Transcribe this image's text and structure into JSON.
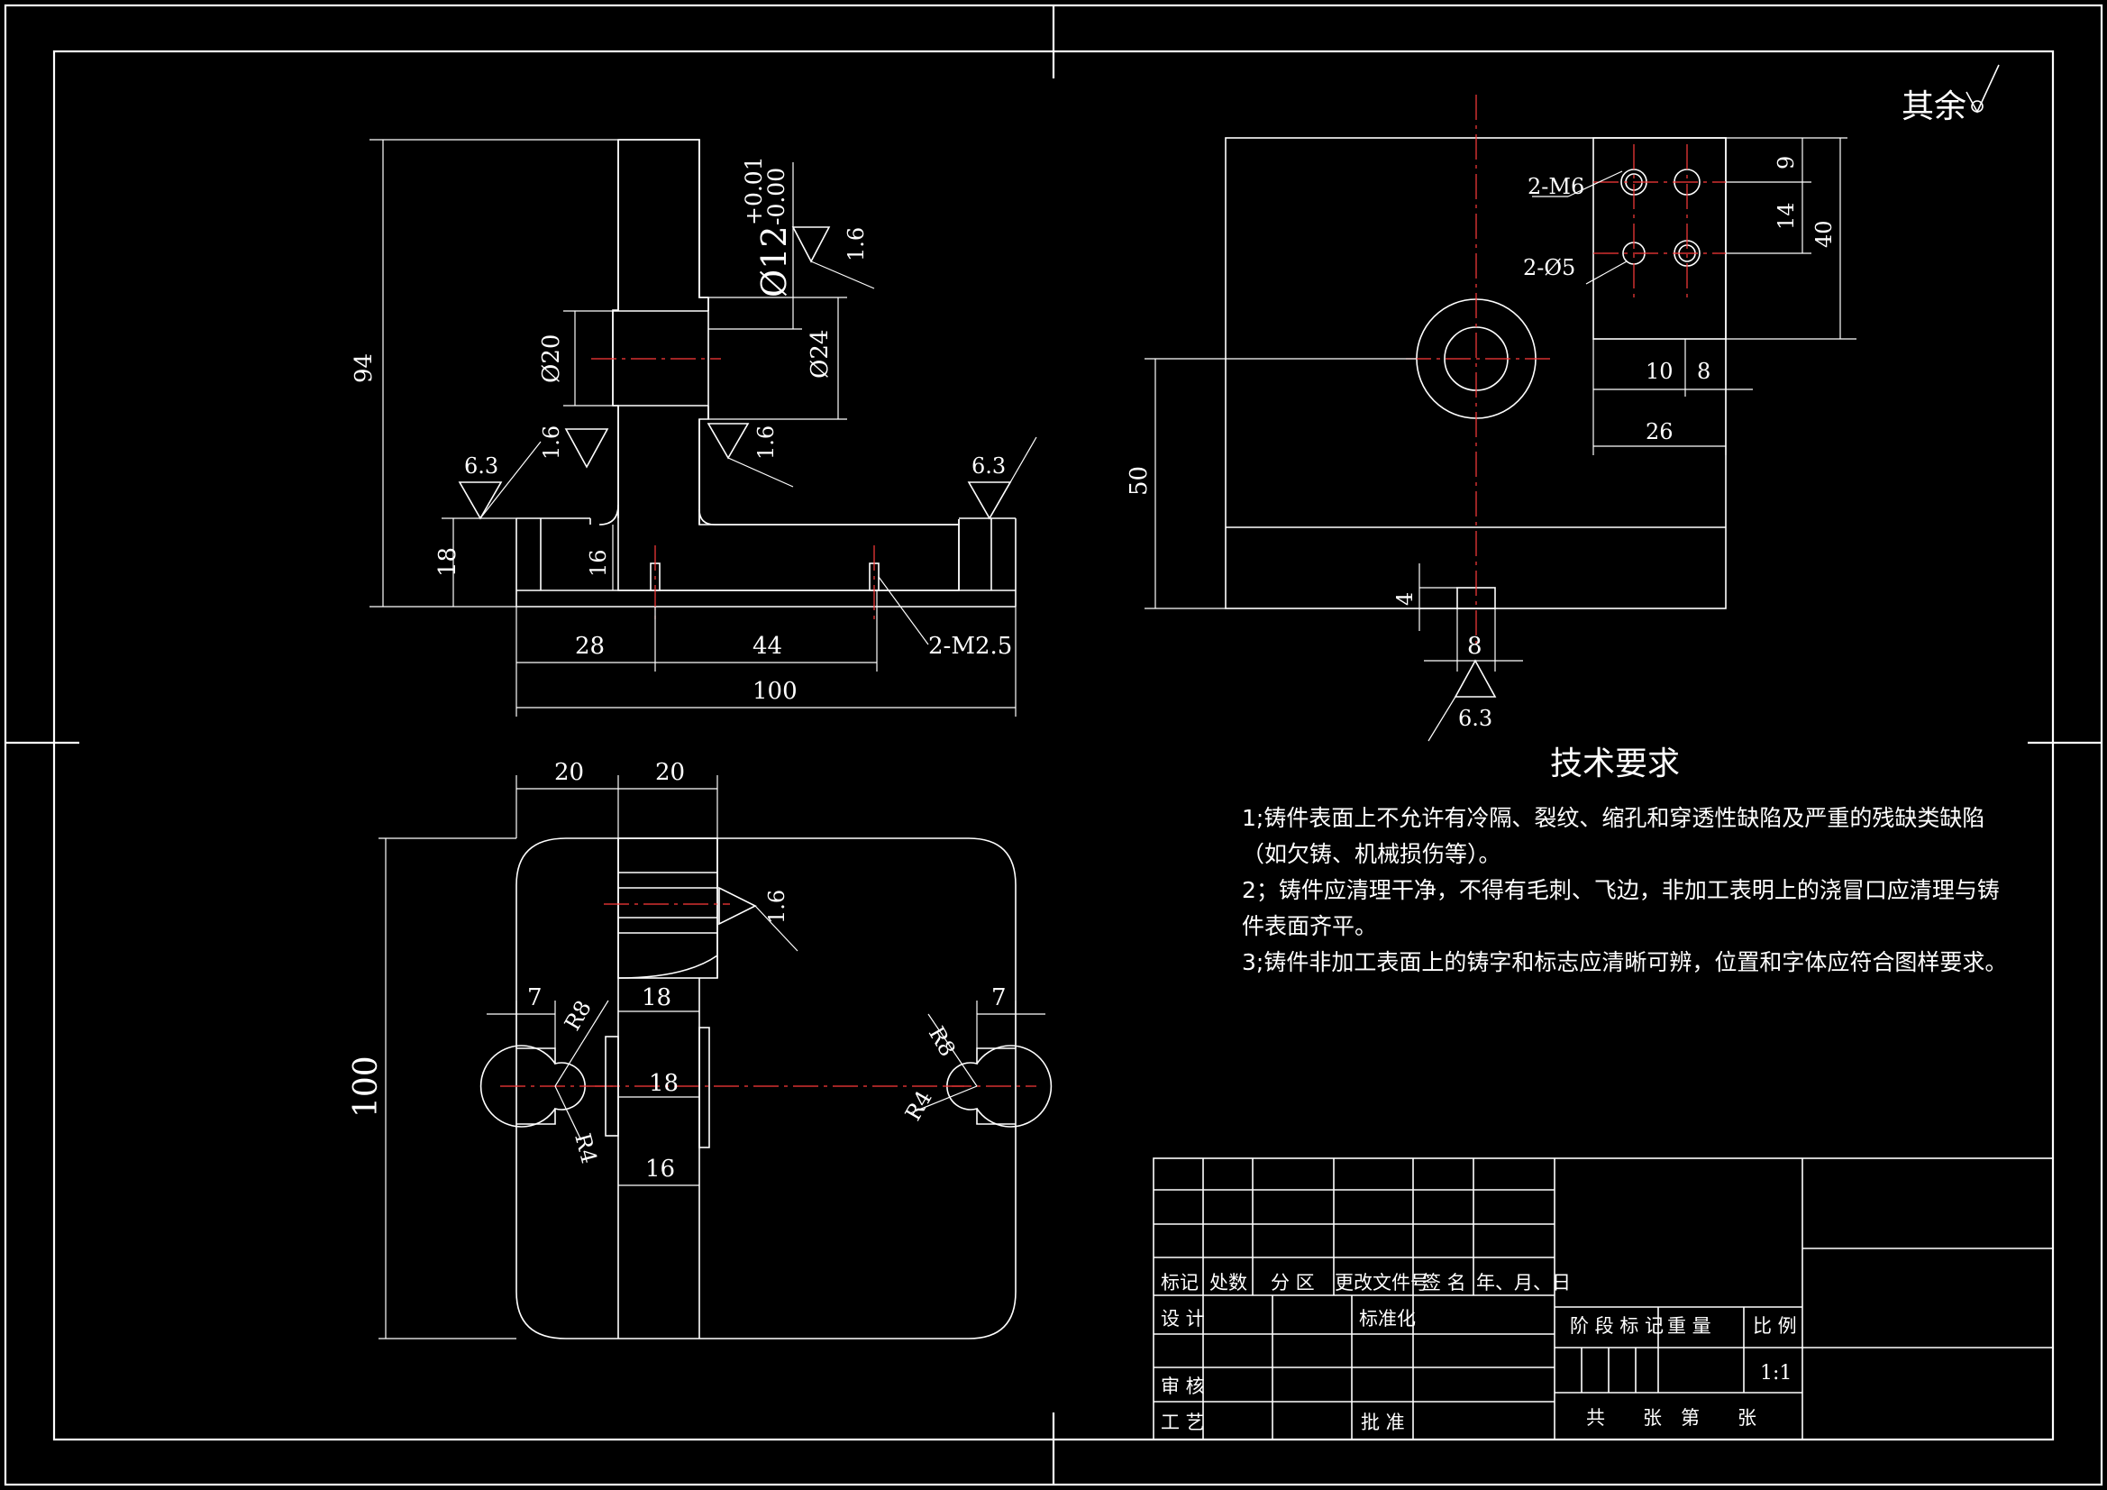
{
  "finish_note": {
    "text": "其余"
  },
  "front_view": {
    "dims": {
      "height": "94",
      "base_height": "18",
      "step_height": "16",
      "seg1": "28",
      "seg2": "44",
      "total": "100",
      "bore": "Ø20",
      "counterbore": "Ø24",
      "fit_main": "Ø12",
      "fit_upper": "+0.01",
      "fit_lower": "-0.00",
      "thread": "2-M2.5"
    },
    "roughness": {
      "left": "6.3",
      "right": "6.3",
      "fit": "1.6",
      "bore_left": "1.6",
      "bore_right": "1.6"
    }
  },
  "side_view": {
    "dims": {
      "holes_m6": "2-M6",
      "holes_d5": "2-Ø5",
      "v9": "9",
      "v14": "14",
      "v40": "40",
      "h10": "10",
      "h8": "8",
      "h26": "26",
      "v50": "50",
      "v4": "4",
      "slot8": "8"
    },
    "roughness": {
      "bottom": "6.3"
    }
  },
  "top_view": {
    "dims": {
      "w20a": "20",
      "w20b": "20",
      "height": "100",
      "left7": "7",
      "right7": "7",
      "r8_left": "R8",
      "r8_right": "R8",
      "r4_left": "R4",
      "r4_right": "R4",
      "w18a": "18",
      "w18b": "18",
      "w16": "16"
    },
    "roughness": {
      "slot": "1.6"
    }
  },
  "tech_requirements": {
    "title": "技术要求",
    "items": [
      "1;铸件表面上不允许有冷隔、裂纹、缩孔和穿透性缺陷及严重的残缺类缺陷（如欠铸、机械损伤等）。",
      "2；铸件应清理干净，不得有毛刺、飞边，非加工表明上的浇冒口应清理与铸件表面齐平。",
      "3;铸件非加工表面上的铸字和标志应清晰可辨，位置和字体应符合图样要求。"
    ]
  },
  "title_block": {
    "header": [
      "标记",
      "处数",
      "分 区",
      "更改文件号",
      "签 名",
      "年、月、日"
    ],
    "design": "设 计",
    "standardize": "标准化",
    "review": "审 核",
    "process": "工 艺",
    "approve": "批 准",
    "stage_mark": "阶 段 标 记",
    "weight": "重 量",
    "scale_label": "比 例",
    "scale_value": "1:1",
    "sheets": "共　　张　第　　张"
  }
}
